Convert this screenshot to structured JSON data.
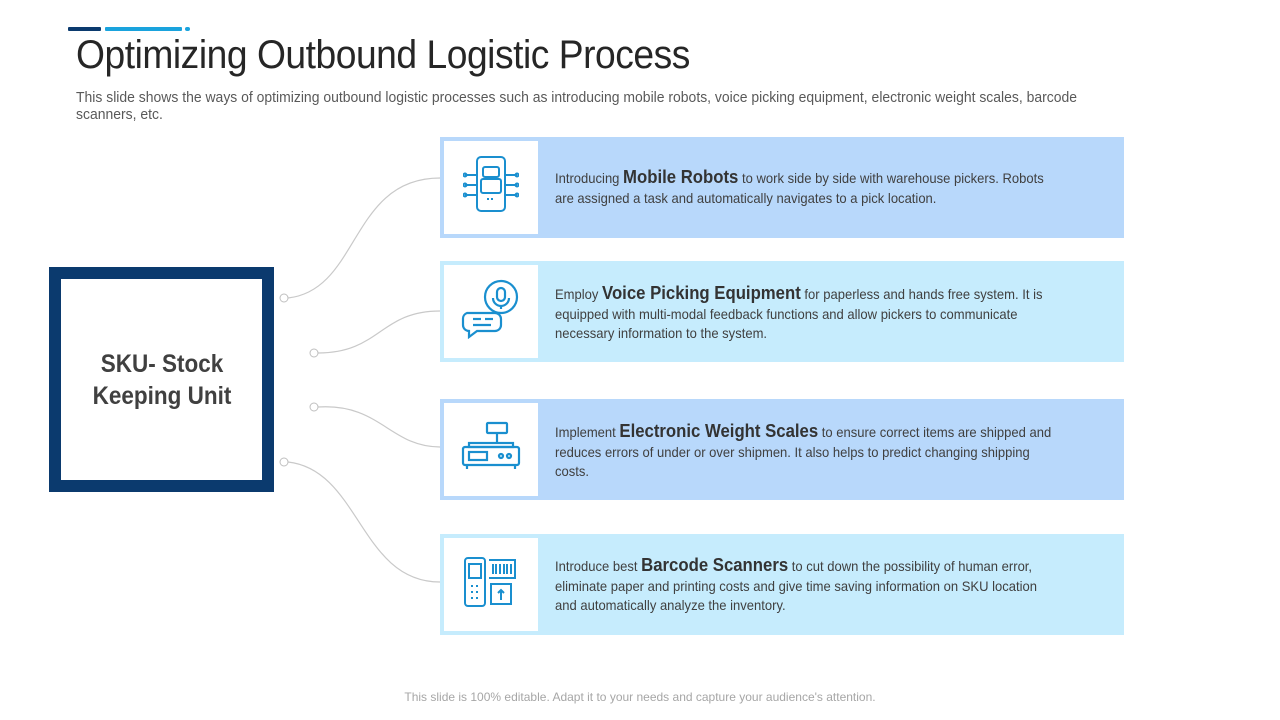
{
  "slide": {
    "title": "Optimizing Outbound Logistic Process",
    "subtitle": "This slide shows the ways of optimizing outbound logistic processes such as introducing mobile robots, voice picking equipment, electronic weight scales, barcode scanners, etc.",
    "footer": "This slide is 100% editable. Adapt it to your needs and capture your audience's attention."
  },
  "center": {
    "label_line1": "SKU- Stock",
    "label_line2": "Keeping Unit"
  },
  "items": [
    {
      "icon": "mobile-robot-icon",
      "prefix": "Introducing ",
      "highlight": "Mobile Robots",
      "text": " to work side by side with warehouse pickers. Robots are assigned a task and automatically navigates to a pick location."
    },
    {
      "icon": "voice-picking-icon",
      "prefix": "Employ ",
      "highlight": "Voice Picking Equipment",
      "text": " for paperless and hands free system. It is equipped with multi-modal feedback functions and allow pickers to communicate necessary information to the system."
    },
    {
      "icon": "weight-scale-icon",
      "prefix": "Implement ",
      "highlight": "Electronic Weight Scales",
      "text": " to ensure correct items are shipped and reduces errors of under or over shipmen. It also helps to predict changing shipping costs."
    },
    {
      "icon": "barcode-scanner-icon",
      "prefix": "Introduce best ",
      "highlight": "Barcode Scanners",
      "text": " to cut down the possibility of human error, eliminate paper and printing costs and give time saving information on SKU location and automatically analyze the inventory."
    }
  ],
  "colors": {
    "navy": "#0b3a6e",
    "accent": "#1aa3dd",
    "card_blue": "#b8d8fb",
    "card_cyan": "#c6ecfd",
    "icon": "#1a8fcf"
  }
}
